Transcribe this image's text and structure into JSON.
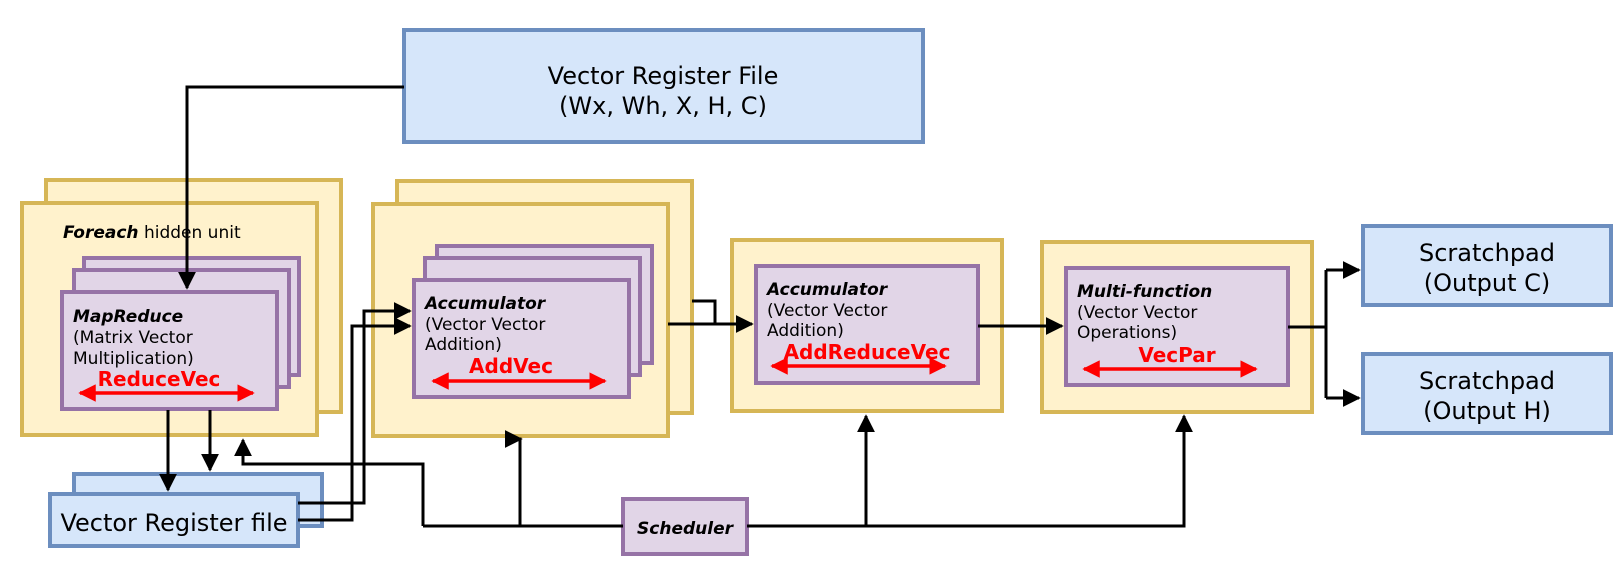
{
  "vrf_top": {
    "line1": "Vector Register File",
    "line2": "(Wx, Wh, X, H, C)"
  },
  "foreach": {
    "bold": "Foreach",
    "rest": " hidden unit"
  },
  "mapreduce": {
    "title": "MapReduce",
    "line1": "(Matrix Vector",
    "line2": "Multiplication)",
    "op": "ReduceVec"
  },
  "accumulator1": {
    "title": "Accumulator",
    "line1": "(Vector Vector",
    "line2": "Addition)",
    "op": "AddVec"
  },
  "accumulator2": {
    "title": "Accumulator",
    "line1": "(Vector Vector",
    "line2": "Addition)",
    "op": "AddReduceVec"
  },
  "multifunction": {
    "title": "Multi-function",
    "line1": "(Vector Vector",
    "line2": "Operations)",
    "op": "VecPar"
  },
  "scratch_c": {
    "line1": "Scratchpad",
    "line2": "(Output C)"
  },
  "scratch_h": {
    "line1": "Scratchpad",
    "line2": "(Output H)"
  },
  "vrf_bottom": {
    "label": "Vector Register file"
  },
  "scheduler": {
    "label": "Scheduler"
  }
}
